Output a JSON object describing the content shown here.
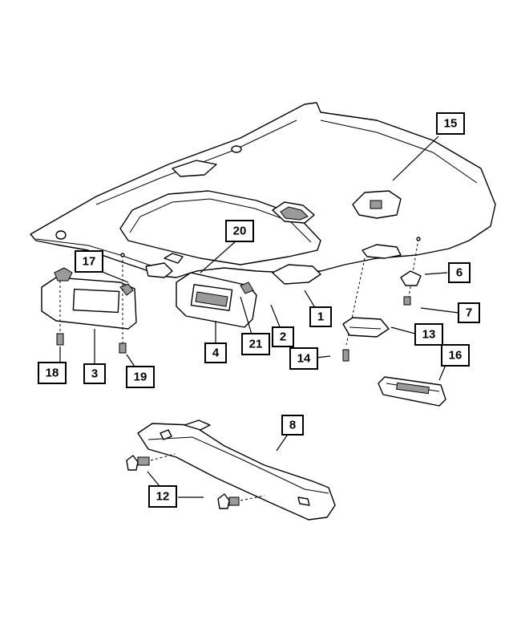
{
  "callouts": {
    "c1": "1",
    "c2": "2",
    "c3": "3",
    "c4": "4",
    "c6": "6",
    "c7": "7",
    "c8": "8",
    "c12": "12",
    "c13": "13",
    "c14": "14",
    "c15": "15",
    "c16": "16",
    "c17": "17",
    "c18": "18",
    "c19": "19",
    "c20": "20",
    "c21": "21"
  },
  "colors": {
    "line": "#000000",
    "background": "#ffffff",
    "shade": "#d9d9d9"
  }
}
